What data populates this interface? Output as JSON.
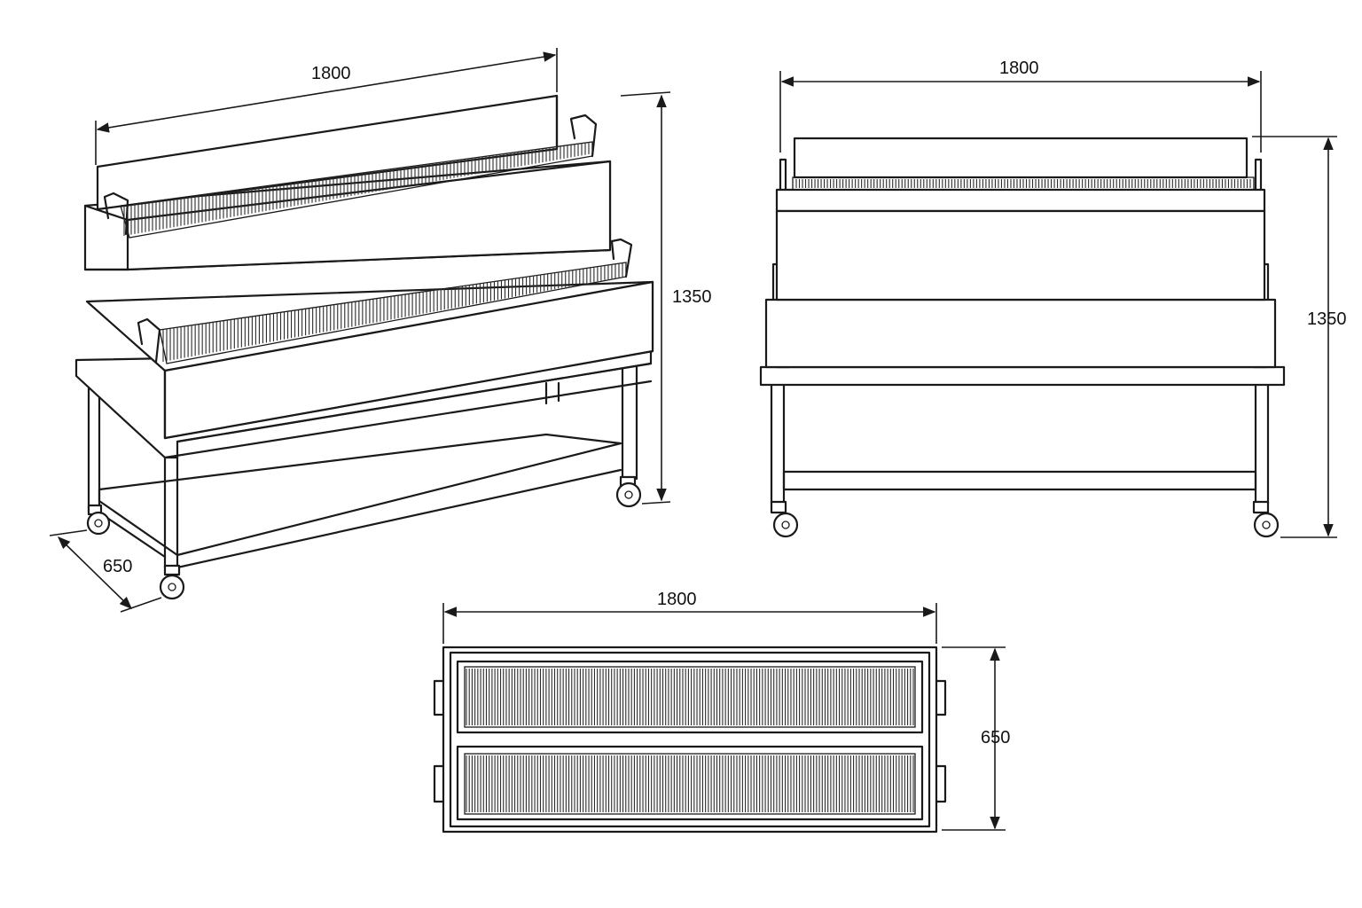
{
  "views": {
    "isometric": {
      "width_label": "1800",
      "height_label": "1350",
      "depth_label": "650"
    },
    "front": {
      "width_label": "1800",
      "height_label": "1350"
    },
    "top": {
      "width_label": "1800",
      "depth_label": "650"
    }
  },
  "colors": {
    "line": "#1a1a1a",
    "background": "#ffffff"
  }
}
